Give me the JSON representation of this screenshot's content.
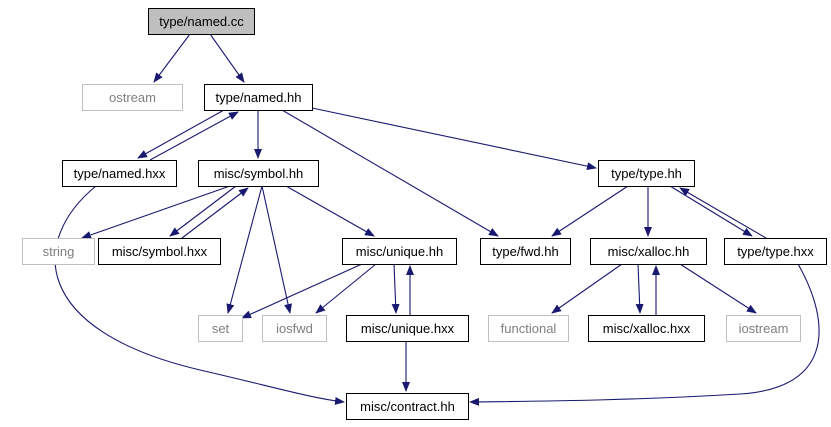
{
  "colors": {
    "edge": "#191970",
    "root_fill": "#bfbfbf",
    "node_border": "#000000",
    "external_border": "#bfbfbf",
    "external_text": "#7f7f7f",
    "text": "#000000"
  },
  "nodes": {
    "type_named_cc": {
      "label": "type/named.cc",
      "kind": "root"
    },
    "ostream": {
      "label": "ostream",
      "kind": "external"
    },
    "type_named_hh": {
      "label": "type/named.hh",
      "kind": "file"
    },
    "type_named_hxx": {
      "label": "type/named.hxx",
      "kind": "file"
    },
    "misc_symbol_hh": {
      "label": "misc/symbol.hh",
      "kind": "file"
    },
    "type_type_hh": {
      "label": "type/type.hh",
      "kind": "file"
    },
    "string": {
      "label": "string",
      "kind": "external"
    },
    "misc_symbol_hxx": {
      "label": "misc/symbol.hxx",
      "kind": "file"
    },
    "misc_unique_hh": {
      "label": "misc/unique.hh",
      "kind": "file"
    },
    "type_fwd_hh": {
      "label": "type/fwd.hh",
      "kind": "file"
    },
    "misc_xalloc_hh": {
      "label": "misc/xalloc.hh",
      "kind": "file"
    },
    "type_type_hxx": {
      "label": "type/type.hxx",
      "kind": "file"
    },
    "set": {
      "label": "set",
      "kind": "external"
    },
    "iosfwd": {
      "label": "iosfwd",
      "kind": "external"
    },
    "misc_unique_hxx": {
      "label": "misc/unique.hxx",
      "kind": "file"
    },
    "functional": {
      "label": "functional",
      "kind": "external"
    },
    "misc_xalloc_hxx": {
      "label": "misc/xalloc.hxx",
      "kind": "file"
    },
    "iostream": {
      "label": "iostream",
      "kind": "external"
    },
    "misc_contract_hh": {
      "label": "misc/contract.hh",
      "kind": "file"
    }
  },
  "edges": [
    {
      "from": "type_named_cc",
      "to": "ostream"
    },
    {
      "from": "type_named_cc",
      "to": "type_named_hh"
    },
    {
      "from": "type_named_hh",
      "to": "type_named_hxx"
    },
    {
      "from": "type_named_hxx",
      "to": "type_named_hh"
    },
    {
      "from": "type_named_hh",
      "to": "misc_symbol_hh"
    },
    {
      "from": "type_named_hh",
      "to": "type_fwd_hh"
    },
    {
      "from": "type_named_hh",
      "to": "type_type_hh"
    },
    {
      "from": "type_named_hxx",
      "to": "misc_contract_hh"
    },
    {
      "from": "misc_symbol_hh",
      "to": "string"
    },
    {
      "from": "misc_symbol_hh",
      "to": "misc_symbol_hxx"
    },
    {
      "from": "misc_symbol_hxx",
      "to": "misc_symbol_hh"
    },
    {
      "from": "misc_symbol_hh",
      "to": "set"
    },
    {
      "from": "misc_symbol_hh",
      "to": "iosfwd"
    },
    {
      "from": "misc_symbol_hh",
      "to": "misc_unique_hh"
    },
    {
      "from": "misc_unique_hh",
      "to": "set"
    },
    {
      "from": "misc_unique_hh",
      "to": "iosfwd"
    },
    {
      "from": "misc_unique_hh",
      "to": "misc_unique_hxx"
    },
    {
      "from": "misc_unique_hxx",
      "to": "misc_unique_hh"
    },
    {
      "from": "misc_unique_hxx",
      "to": "misc_contract_hh"
    },
    {
      "from": "type_type_hh",
      "to": "type_fwd_hh"
    },
    {
      "from": "type_type_hh",
      "to": "misc_xalloc_hh"
    },
    {
      "from": "type_type_hh",
      "to": "type_type_hxx"
    },
    {
      "from": "type_type_hxx",
      "to": "type_type_hh"
    },
    {
      "from": "type_type_hxx",
      "to": "misc_contract_hh"
    },
    {
      "from": "misc_xalloc_hh",
      "to": "functional"
    },
    {
      "from": "misc_xalloc_hh",
      "to": "misc_xalloc_hxx"
    },
    {
      "from": "misc_xalloc_hxx",
      "to": "misc_xalloc_hh"
    },
    {
      "from": "misc_xalloc_hh",
      "to": "iostream"
    }
  ]
}
